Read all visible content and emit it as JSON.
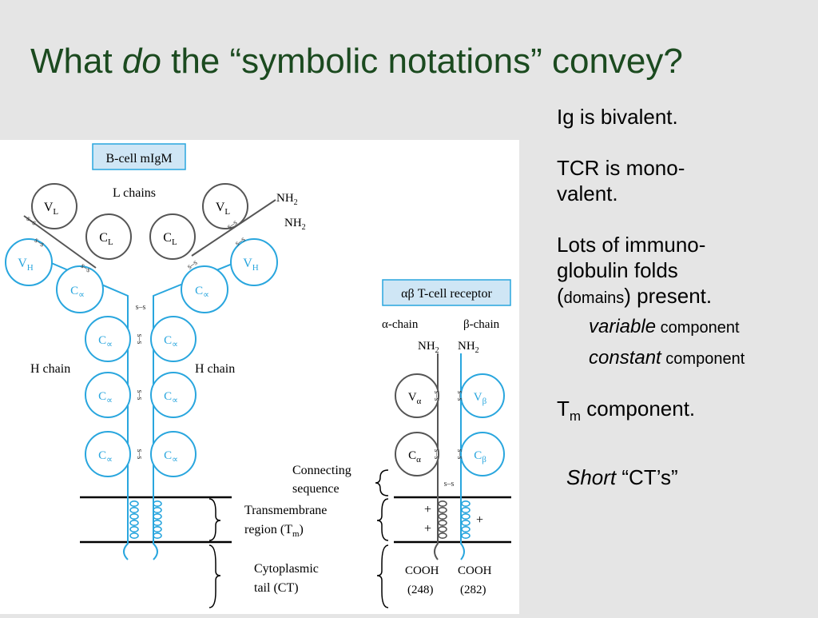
{
  "title": {
    "prefix": "What ",
    "emph": "do",
    "suffix": " the “symbolic notations” convey?"
  },
  "notes": {
    "line1": "Ig is bivalent.",
    "line2a": "TCR is mono-",
    "line2b": "valent.",
    "line3a": "Lots of immuno-",
    "line3b": "globulin folds",
    "line3c_open": "(",
    "line3c_small": "domains",
    "line3c_rest": ") present.",
    "variable_em": "variable",
    "variable_rest": " component",
    "constant_em": "constant",
    "constant_rest": " component",
    "tm_main": "T",
    "tm_sub": "m",
    "tm_rest": " component.",
    "short_em": "Short",
    "short_rest": " “CT’s”"
  },
  "figure": {
    "bcell_label": "B-cell mIgM",
    "tcell_label": "αβ T-cell receptor",
    "l_chains": "L chains",
    "h_chain_left": "H chain",
    "h_chain_right": "H chain",
    "nh2_a": "NH",
    "nh2_b": "NH",
    "sub2": "2",
    "alpha_chain": "α-chain",
    "beta_chain": "β-chain",
    "connecting_1": "Connecting",
    "connecting_2": "sequence",
    "transmembrane_1": "Transmembrane",
    "transmembrane_2": "region (T",
    "transmembrane_sub": "m",
    "transmembrane_close": ")",
    "cyto_1": "Cytoplasmic",
    "cyto_2": "tail (CT)",
    "cooh": "COOH",
    "cooh_248": "(248)",
    "cooh_282": "(282)",
    "ss": "s–s",
    "plus": "+",
    "V": "V",
    "C": "C",
    "sub_L": "L",
    "sub_H": "H",
    "sub_alpha_greek": "α",
    "sub_beta_greek": "β",
    "sub_mu": "∝"
  },
  "colors": {
    "title": "#1b4a1f",
    "heavy_chain": "#29a6de",
    "light_chain": "#555555",
    "label_box_fill": "#cfe6f5",
    "label_box_stroke": "#29a6de"
  }
}
